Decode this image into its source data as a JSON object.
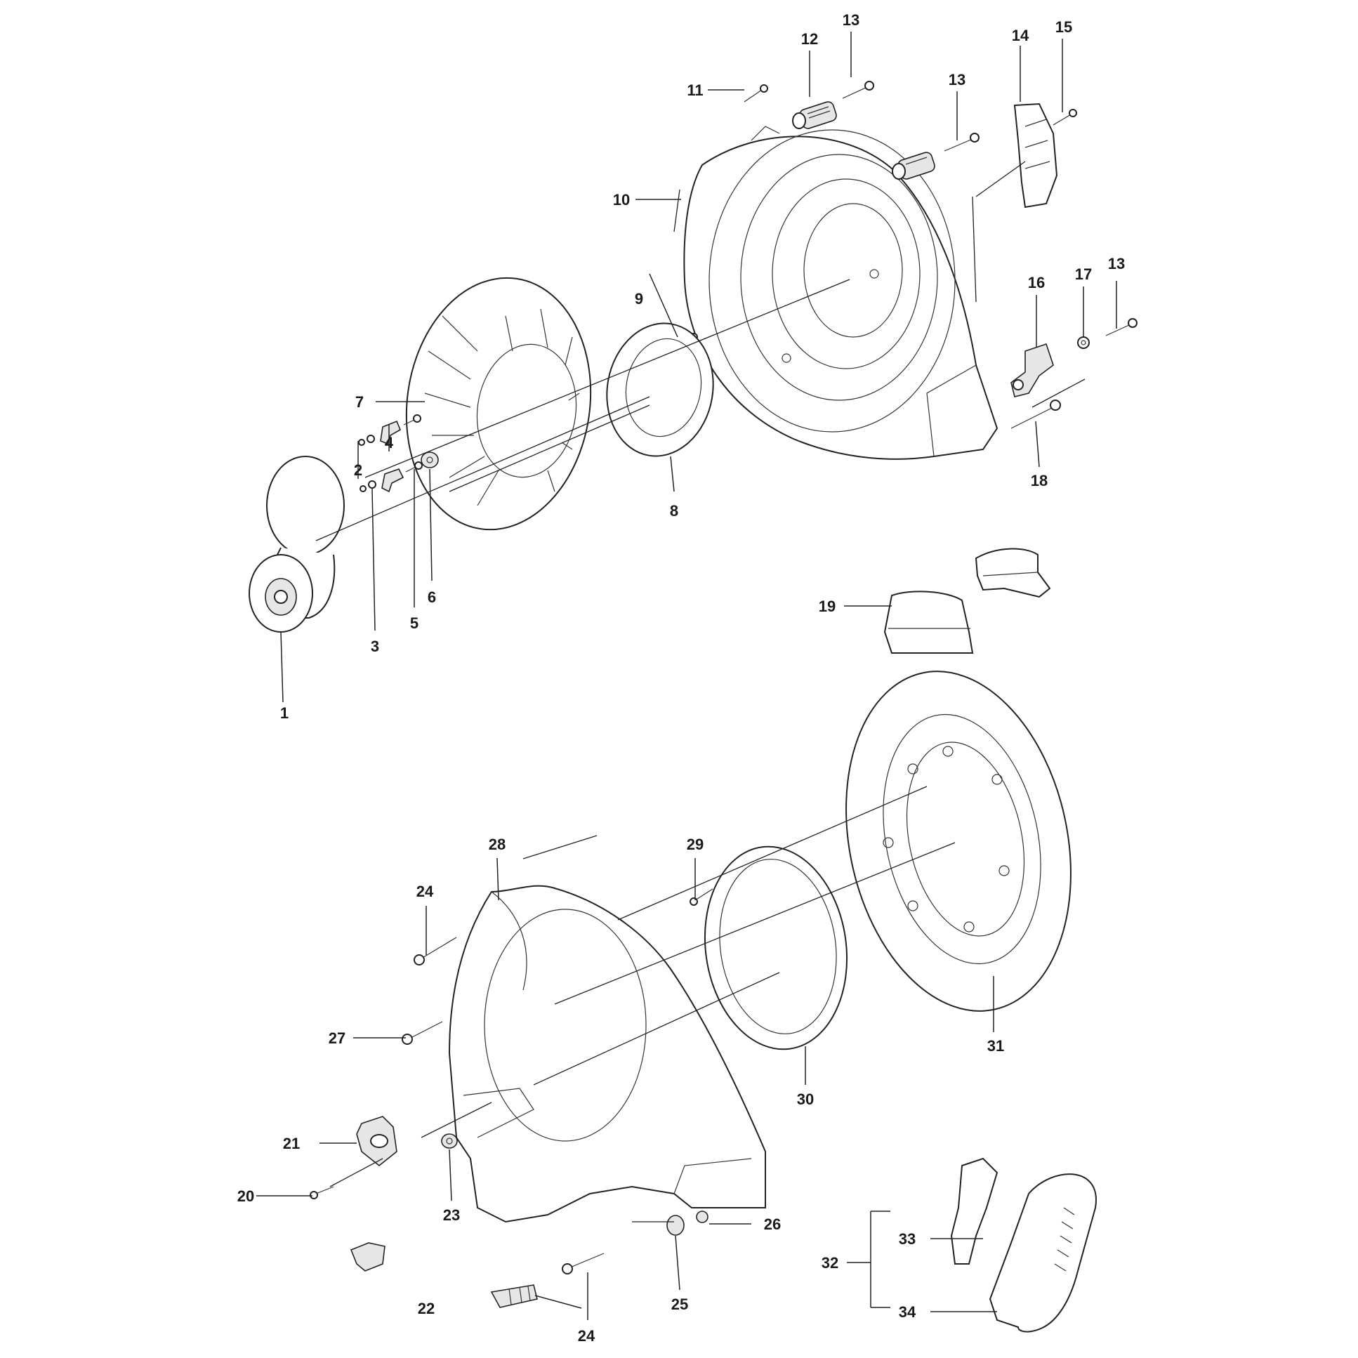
{
  "callouts": {
    "c1": "1",
    "c2": "2",
    "c3": "3",
    "c4": "4",
    "c5": "5",
    "c6": "6",
    "c7": "7",
    "c8": "8",
    "c9": "9",
    "c10": "10",
    "c11": "11",
    "c12": "12",
    "c13a": "13",
    "c13b": "13",
    "c13c": "13",
    "c14": "14",
    "c15": "15",
    "c16": "16",
    "c17": "17",
    "c18": "18",
    "c19": "19",
    "c20": "20",
    "c21": "21",
    "c22": "22",
    "c23": "23",
    "c24a": "24",
    "c24b": "24",
    "c25": "25",
    "c26": "26",
    "c27": "27",
    "c28": "28",
    "c29": "29",
    "c30": "30",
    "c31": "31",
    "c32": "32",
    "c33": "33",
    "c34": "34"
  }
}
